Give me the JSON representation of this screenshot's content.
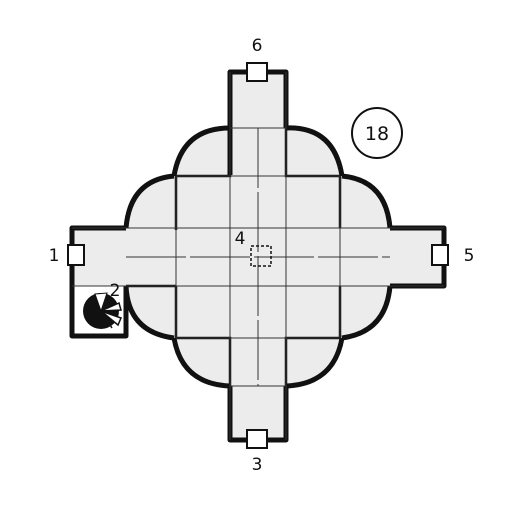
{
  "map": {
    "room_number": "18",
    "markers": [
      {
        "id": "1",
        "label": "1"
      },
      {
        "id": "2",
        "label": "2"
      },
      {
        "id": "3",
        "label": "3"
      },
      {
        "id": "4",
        "label": "4"
      },
      {
        "id": "5",
        "label": "5"
      },
      {
        "id": "6",
        "label": "6"
      }
    ],
    "colors": {
      "ink": "#111111",
      "floor": "#eeeeee",
      "paper": "#ffffff"
    }
  }
}
